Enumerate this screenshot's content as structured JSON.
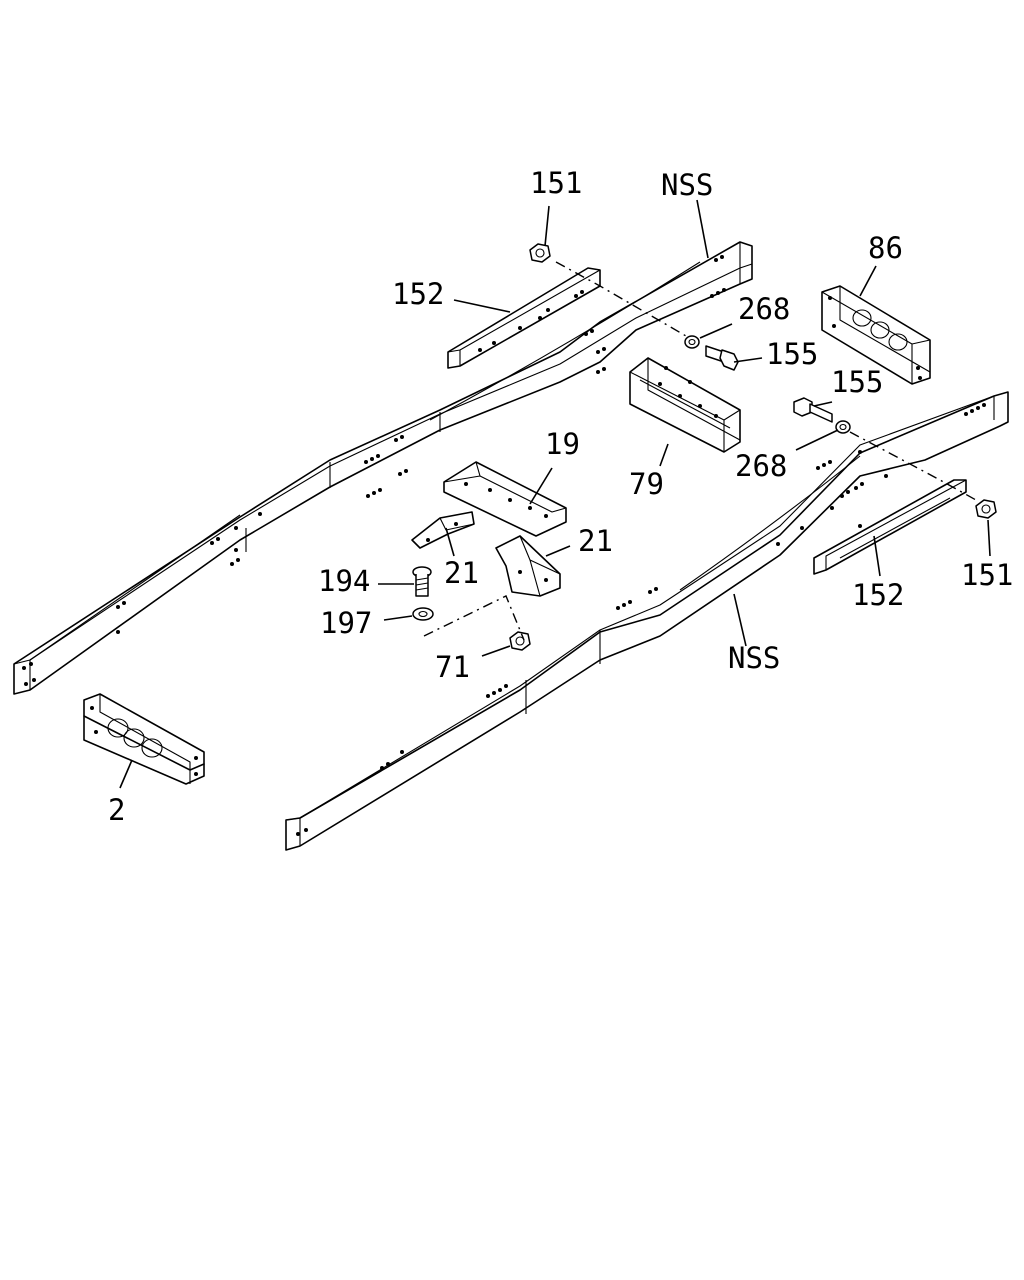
{
  "callouts": {
    "c151_top": "151",
    "c151_right": "151",
    "nss_top": "NSS",
    "nss_bottom": "NSS",
    "c152_top": "152",
    "c152_bottom": "152",
    "c268_top": "268",
    "c268_mid": "268",
    "c155_top": "155",
    "c155_mid": "155",
    "c86": "86",
    "c79": "79",
    "c19": "19",
    "c21_left": "21",
    "c21_right": "21",
    "c194": "194",
    "c197": "197",
    "c71": "71",
    "c2": "2"
  }
}
